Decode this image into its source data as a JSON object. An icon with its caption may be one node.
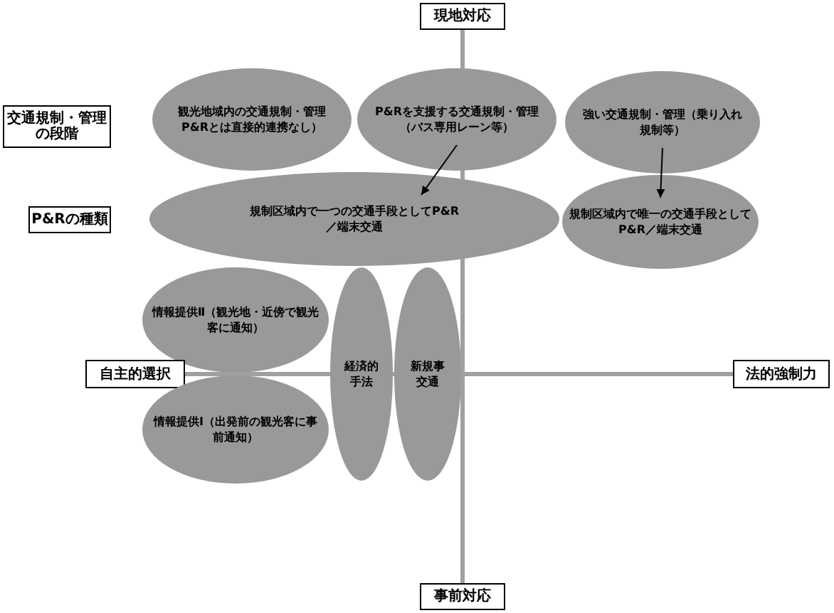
{
  "diagram": {
    "nodes": [
      {
        "text": [
          "現地対応"
        ]
      },
      {
        "text": [
          "交通規制・管理の段階"
        ]
      },
      {
        "text": [
          "観光地域内の交通規制・管理P&Rとは直接的連携なし）"
        ]
      },
      {
        "text": [
          "P&Rを支援する交通規制・管理（バス専用レーン等）"
        ]
      },
      {
        "text": [
          "強い交通規制・管理（乗り入れ規制等）"
        ]
      },
      {
        "text": [
          "P&Rの種類"
        ]
      },
      {
        "text": [
          "規制区域内で一つの交通手段としてP&R／端末交通"
        ]
      },
      {
        "text": [
          "規制区域内で唯一の交通手段としてP&R／端末交通"
        ]
      },
      {
        "text": [
          "情報提供Ⅱ（観光地・近傍で観光客に通知）"
        ]
      },
      {
        "text": [
          "自主的選択"
        ]
      },
      {
        "text": [
          "経済的手法"
        ]
      },
      {
        "text": [
          "新規事交通"
        ]
      },
      {
        "text": [
          "法的強制力"
        ]
      },
      {
        "text": [
          "情報提供Ⅰ（出発前の観光客に事前通知）"
        ]
      },
      {
        "text": [
          "事前対応"
        ]
      }
    ],
    "edges": [
      {
        "from": 3,
        "to": 6,
        "arrow": "to"
      },
      {
        "from": 4,
        "to": 7,
        "arrow": "to"
      }
    ]
  }
}
